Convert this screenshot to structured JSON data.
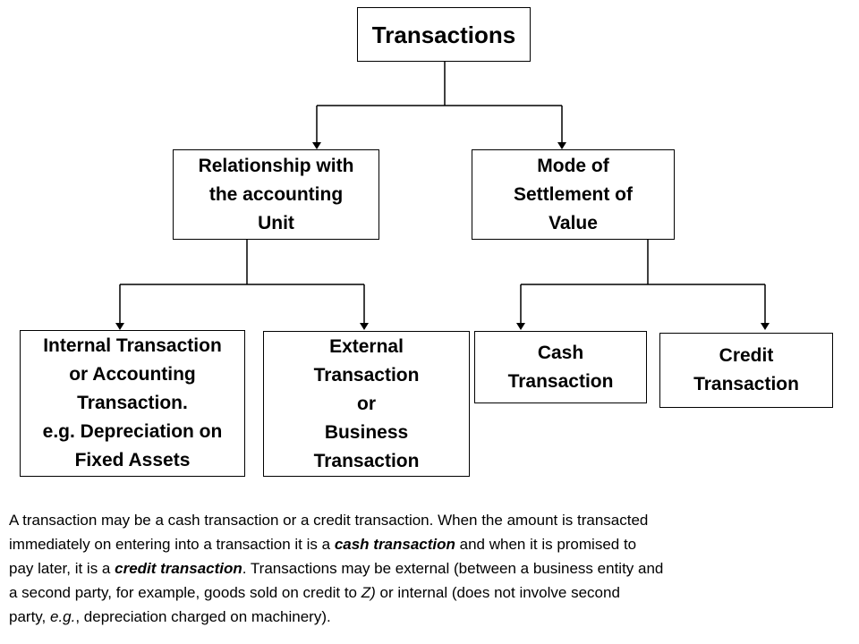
{
  "diagram": {
    "root": {
      "lines": [
        "Transactions"
      ]
    },
    "relationship": {
      "lines": [
        "Relationship with",
        "the accounting",
        "Unit"
      ]
    },
    "mode": {
      "lines": [
        "Mode of",
        "Settlement of",
        "Value"
      ]
    },
    "internal": {
      "lines": [
        "Internal Transaction",
        "or Accounting",
        "Transaction.",
        "e.g. Depreciation on",
        "Fixed Assets"
      ]
    },
    "external": {
      "lines": [
        "External",
        "Transaction",
        "or",
        "Business",
        "Transaction"
      ]
    },
    "cash": {
      "lines": [
        "Cash",
        "Transaction"
      ]
    },
    "credit": {
      "lines": [
        "Credit",
        "Transaction"
      ]
    },
    "line_color": "#000000"
  },
  "paragraph": {
    "l1": "A transaction may be a cash transaction or a credit transaction. When the amount is transacted",
    "l2a": "immediately on entering into a transaction it is a ",
    "l2b": "cash transaction",
    "l2c": " and when it is promised to",
    "l3a": "pay later, it is a ",
    "l3b": "credit transaction",
    "l3c": ". Transactions may be external (between a business entity and",
    "l4a": "a second party, for example, goods sold on credit to ",
    "l4b": "Z)",
    "l4c": " or internal (does not involve second",
    "l5a": "party, ",
    "l5b": "e.g.",
    "l5c": ", depreciation charged on machinery)."
  }
}
